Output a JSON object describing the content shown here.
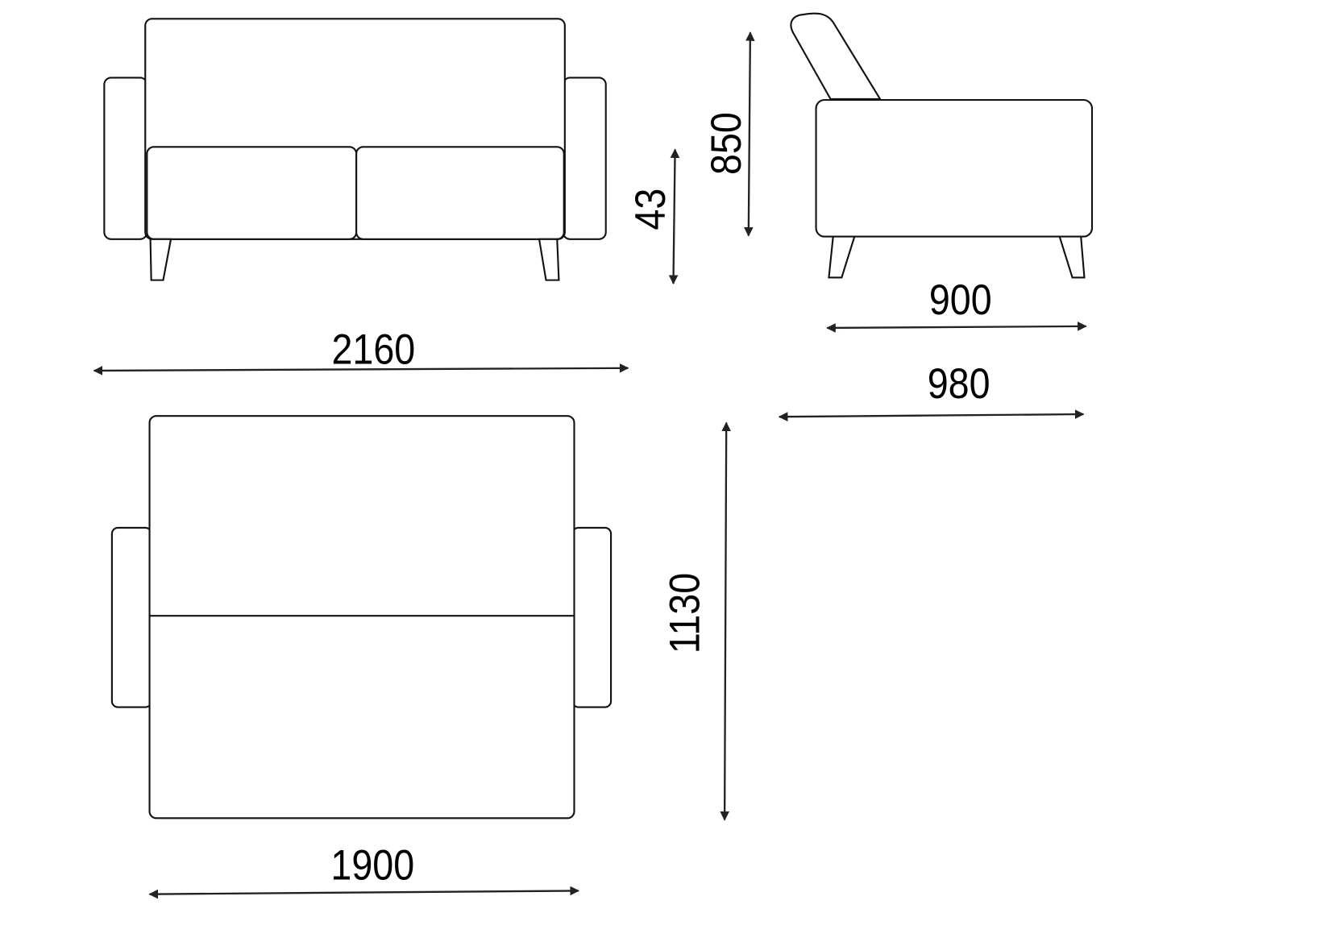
{
  "dimensions": {
    "front_width": "2160",
    "seat_height": "43",
    "total_height": "850",
    "side_depth_inner": "900",
    "side_depth_total": "980",
    "top_depth": "1130",
    "top_width": "1900"
  }
}
